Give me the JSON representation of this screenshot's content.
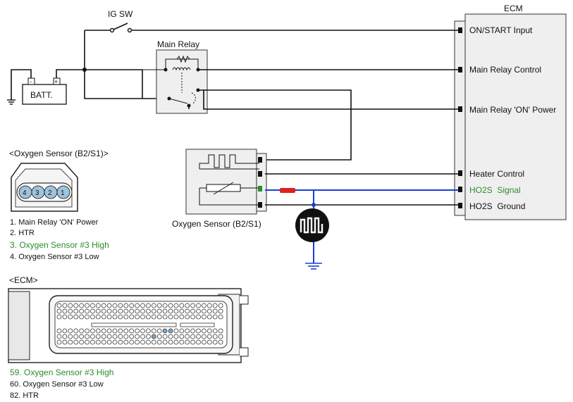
{
  "ig_sw": {
    "label": "IG SW"
  },
  "battery": {
    "label": "BATT.",
    "plus": "+",
    "minus": "-"
  },
  "main_relay": {
    "label": "Main Relay"
  },
  "ecm": {
    "title": "ECM",
    "pins": [
      "ON/START Input",
      "Main Relay Control",
      "Main Relay 'ON' Power",
      "Heater Control",
      "HO2S  Signal",
      "HO2S  Ground"
    ]
  },
  "sensor": {
    "label": "Oxygen Sensor (B2/S1)"
  },
  "oxygen_connector": {
    "title": "<Oxygen Sensor (B2/S1)>",
    "pin_numbers": [
      "4",
      "3",
      "2",
      "1"
    ],
    "pins": [
      "1. Main Relay 'ON' Power",
      "2. HTR",
      "3. Oxygen Sensor #3 High",
      "4. Oxygen Sensor #3 Low"
    ]
  },
  "ecm_connector": {
    "title": "<ECM>",
    "pins": [
      "59. Oxygen Sensor #3 High",
      "60. Oxygen Sensor #3 Low",
      "82. HTR"
    ]
  },
  "colors": {
    "signal_wire": "#1a3fd6",
    "signal_text": "#2e8b2e",
    "probe": "#e02020",
    "ground": "#1a3fd6",
    "panel": "#efefef"
  }
}
